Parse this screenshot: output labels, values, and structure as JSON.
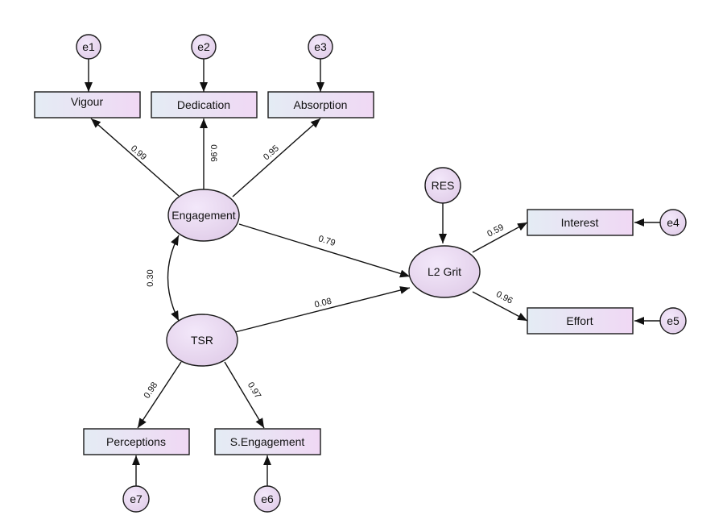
{
  "diagram": {
    "colors": {
      "box_fill_start": "#e4ecf4",
      "box_fill_end": "#f0d8f4",
      "ellipse_fill_start": "#f3e8fa",
      "ellipse_fill_end": "#e0cce8",
      "stroke": "#1a1a1a"
    },
    "observed": {
      "vigour": "Vigour",
      "dedication": "Dedication",
      "absorption": "Absorption",
      "interest": "Interest",
      "effort": "Effort",
      "perceptions": "Perceptions",
      "s_engagement": "S.Engagement"
    },
    "latent": {
      "engagement": "Engagement",
      "tsr": "TSR",
      "l2grit": "L2 Grit"
    },
    "errors": {
      "e1": "e1",
      "e2": "e2",
      "e3": "e3",
      "e4": "e4",
      "e5": "e5",
      "e6": "e6",
      "e7": "e7",
      "res": "RES"
    },
    "coefficients": {
      "engagement_vigour": "0.99",
      "engagement_dedication": "0.96",
      "engagement_absorption": "0.95",
      "engagement_tsr": "0.30",
      "engagement_l2grit": "0.79",
      "tsr_l2grit": "0.08",
      "l2grit_interest": "0.59",
      "l2grit_effort": "0.96",
      "tsr_perceptions": "0.98",
      "tsr_s_engagement": "0.97"
    }
  }
}
